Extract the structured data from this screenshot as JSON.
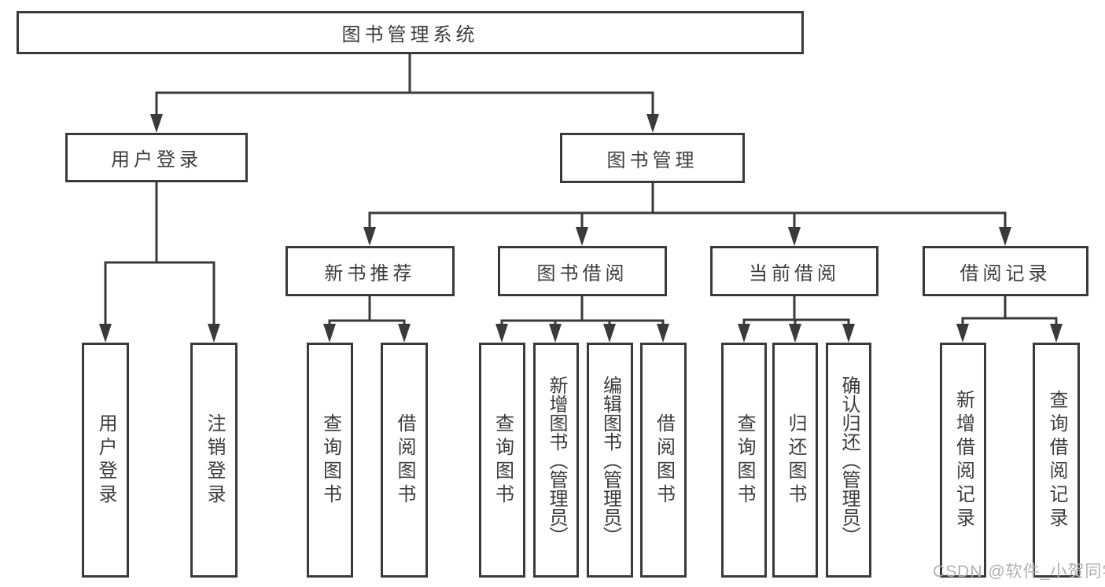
{
  "diagram": {
    "root": "图书管理系统",
    "user_login": {
      "label": "用户登录",
      "login": "用户登录",
      "logout": "注销登录"
    },
    "book_mgmt": {
      "label": "图书管理",
      "new_book_rec": {
        "label": "新书推荐",
        "query_books": "查询图书",
        "borrow_books": "借阅图书"
      },
      "book_borrow": {
        "label": "图书借阅",
        "query_books": "查询图书",
        "add_books": "新增图书（管理员）",
        "edit_books": "编辑图书（管理员）",
        "borrow_books": "借阅图书"
      },
      "current_borrow": {
        "label": "当前借阅",
        "query_books": "查询图书",
        "return_books": "归还图书",
        "confirm_return": "确认归还（管理员）"
      },
      "borrow_records": {
        "label": "借阅记录",
        "add_record": "新增借阅记录",
        "query_record": "查询借阅记录"
      }
    }
  },
  "watermark": "CSDN @软件_小贺同学",
  "colors": {
    "line": "#3a3a3a",
    "text": "#3d3d3d",
    "background": "#ffffff",
    "watermark": "#b0b0b0"
  }
}
